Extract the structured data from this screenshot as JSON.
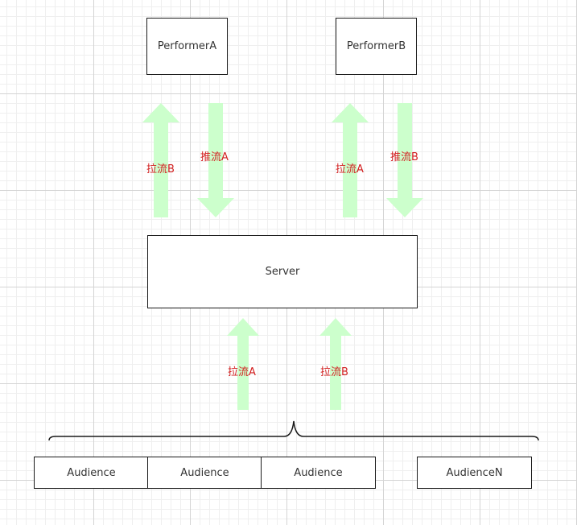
{
  "colors": {
    "arrow": "#ccffcc",
    "label": "#d21f1f",
    "border": "#1a1a1a"
  },
  "performers": {
    "a": "PerformerA",
    "b": "PerformerB"
  },
  "server": "Server",
  "arrow_labels": {
    "performer_a_pull": "拉流B",
    "performer_a_push": "推流A",
    "performer_b_pull": "拉流A",
    "performer_b_push": "推流B",
    "audience_pull_a": "拉流A",
    "audience_pull_b": "拉流B"
  },
  "audience": [
    "Audience",
    "Audience",
    "Audience",
    "AudienceN"
  ]
}
